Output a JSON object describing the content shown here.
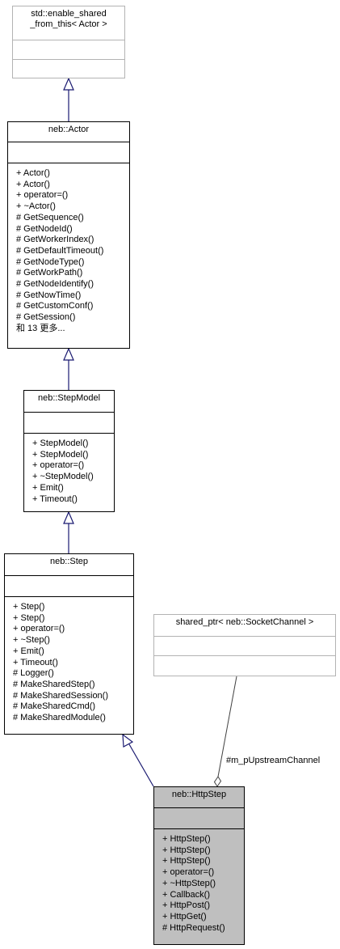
{
  "classes": {
    "enable_shared": {
      "title_lines": [
        "std::enable_shared",
        "_from_this< Actor >"
      ],
      "operations": []
    },
    "actor": {
      "title": "neb::Actor",
      "operations": [
        "+ Actor()",
        "+ Actor()",
        "+ operator=()",
        "+ ~Actor()",
        "# GetSequence()",
        "# GetNodeId()",
        "# GetWorkerIndex()",
        "# GetDefaultTimeout()",
        "# GetNodeType()",
        "# GetWorkPath()",
        "# GetNodeIdentify()",
        "# GetNowTime()",
        "# GetCustomConf()",
        "# GetSession()",
        "和 13 更多..."
      ]
    },
    "stepmodel": {
      "title": "neb::StepModel",
      "operations": [
        "+ StepModel()",
        "+ StepModel()",
        "+ operator=()",
        "+ ~StepModel()",
        "+ Emit()",
        "+ Timeout()"
      ]
    },
    "step": {
      "title": "neb::Step",
      "operations": [
        "+ Step()",
        "+ Step()",
        "+ operator=()",
        "+ ~Step()",
        "+ Emit()",
        "+ Timeout()",
        "# Logger()",
        "# MakeSharedStep()",
        "# MakeSharedSession()",
        "# MakeSharedCmd()",
        "# MakeSharedModule()"
      ]
    },
    "shared_ptr": {
      "title": "shared_ptr< neb::SocketChannel >",
      "operations": []
    },
    "httpstep": {
      "title": "neb::HttpStep",
      "operations": [
        "+ HttpStep()",
        "+ HttpStep()",
        "+ HttpStep()",
        "+ operator=()",
        "+ ~HttpStep()",
        "+ Callback()",
        "+ HttpPost()",
        "+ HttpGet()",
        "# HttpRequest()"
      ]
    }
  },
  "association_label": "#m_pUpstreamChannel",
  "colors": {
    "edge": "#191970",
    "ext_border": "#b3b3b3",
    "current_fill": "#bfbfbf",
    "assoc_edge": "#404040"
  }
}
